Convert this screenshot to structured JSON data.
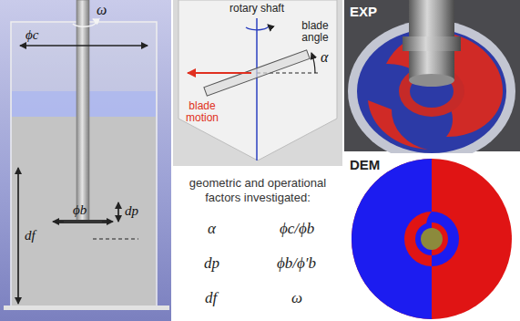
{
  "diagram": {
    "nodes": [
      {
        "text": [
          "geometric and operational factors investigated:",
          "α",
          "ϕc/ϕb",
          "dp",
          "ϕb/ϕ′b",
          "df",
          "ω"
        ]
      },
      {
        "text": [
          "EXP"
        ]
      },
      {
        "text": [
          "DEM"
        ]
      }
    ],
    "labels": [
      "ω",
      "ϕc",
      "ϕb",
      "dp",
      "df",
      "rotary shaft",
      "blade angle",
      "α",
      "blade motion"
    ]
  }
}
